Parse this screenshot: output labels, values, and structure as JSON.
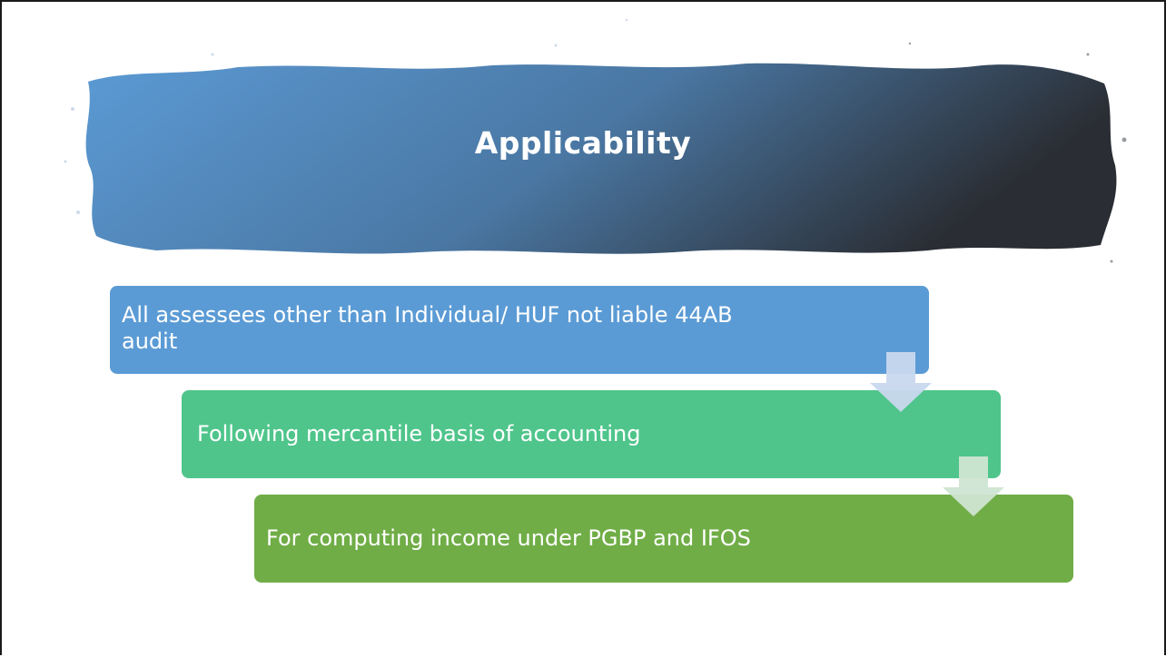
{
  "slide": {
    "title": "Applicability"
  },
  "steps": [
    {
      "text": "All assessees other than Individual/ HUF not liable 44AB audit",
      "color": "#5b9bd5"
    },
    {
      "text": "Following mercantile basis of accounting",
      "color": "#4fc58b"
    },
    {
      "text": "For computing income under PGBP and IFOS",
      "color": "#70ad47"
    }
  ],
  "colors": {
    "banner_left": "#5b9ad4",
    "banner_mid": "#4a77a3",
    "banner_right": "#2a2d33",
    "arrow1": "#c9d8ee",
    "arrow2": "#cfe5d2"
  }
}
